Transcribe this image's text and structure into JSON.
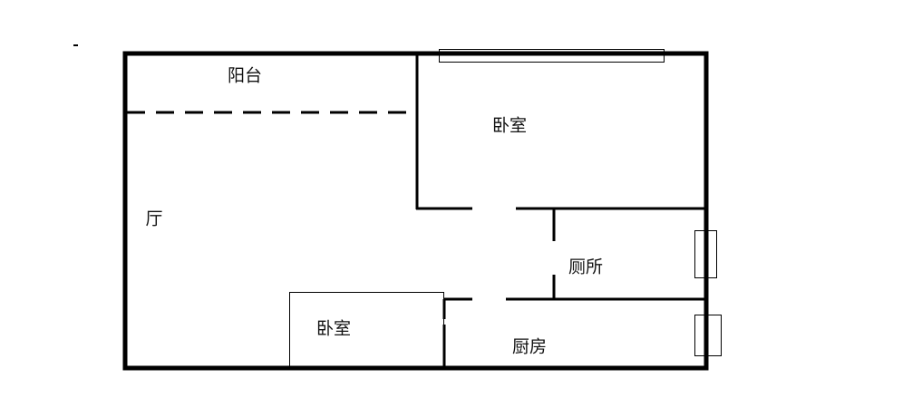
{
  "plan": {
    "rooms": [
      {
        "id": "balcony",
        "label": "阳台"
      },
      {
        "id": "master-bedroom",
        "label": "卧室"
      },
      {
        "id": "living-room",
        "label": "厅"
      },
      {
        "id": "toilet",
        "label": "厕所"
      },
      {
        "id": "second-bedroom",
        "label": "卧室"
      },
      {
        "id": "kitchen",
        "label": "厨房"
      }
    ],
    "wall_color": "#000000"
  }
}
